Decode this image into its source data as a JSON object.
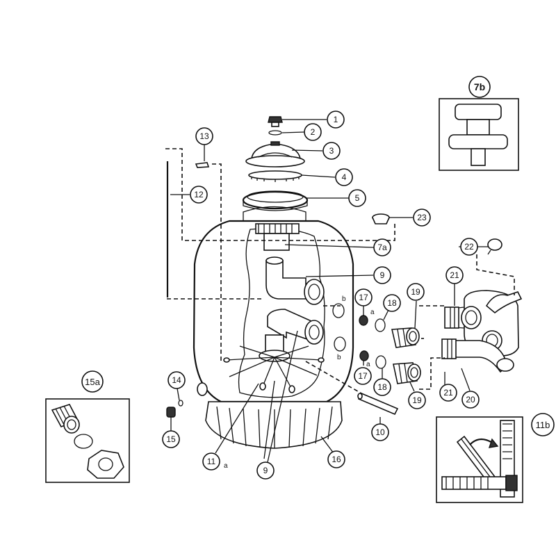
{
  "callouts": {
    "c1": "1",
    "c2": "2",
    "c3": "3",
    "c4": "4",
    "c5": "5",
    "c7a": "7a",
    "c7b": "7b",
    "c9a": "9",
    "c9b": "9",
    "c10": "10",
    "c11a": "11",
    "c11b": "11b",
    "c12": "12",
    "c13": "13",
    "c14": "14",
    "c15": "15",
    "c15a": "15a",
    "c16": "16",
    "c17a": "17",
    "c17b": "17",
    "c18a": "18",
    "c18b": "18",
    "c19a": "19",
    "c19b": "19",
    "c20": "20",
    "c21a": "21",
    "c21b": "21",
    "c22": "22",
    "c23": "23"
  },
  "sublabels": {
    "a_11": "a",
    "a_17a": "a",
    "a_17b": "a",
    "b_17a": "b",
    "b_17b": "b"
  }
}
